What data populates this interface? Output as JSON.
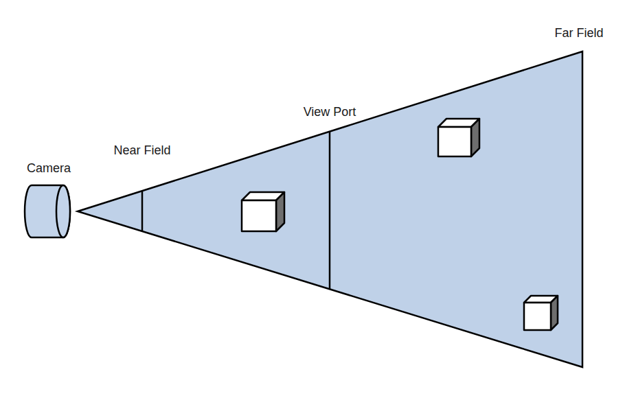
{
  "diagram": {
    "labels": [
      "Camera",
      "Near Field",
      "View Port",
      "Far Field"
    ]
  }
}
